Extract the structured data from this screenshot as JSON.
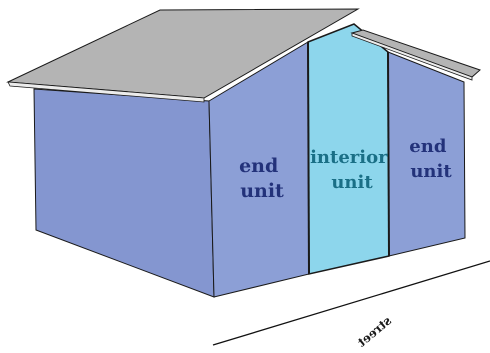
{
  "labels": {
    "left_unit": [
      "end",
      "unit"
    ],
    "interior_unit": [
      "interior",
      "unit"
    ],
    "right_unit": [
      "end",
      "unit"
    ],
    "street": "street"
  },
  "colors": {
    "end_unit_fill": "#8c9fd6",
    "side_wall_fill": "#8496d0",
    "interior_unit_fill": "#8dd6ec",
    "roof_fill": "#b4b4b4",
    "outline": "#1a1a1a",
    "end_label": "#23327a",
    "interior_label": "#1a6f86",
    "street_line": "#111111"
  }
}
